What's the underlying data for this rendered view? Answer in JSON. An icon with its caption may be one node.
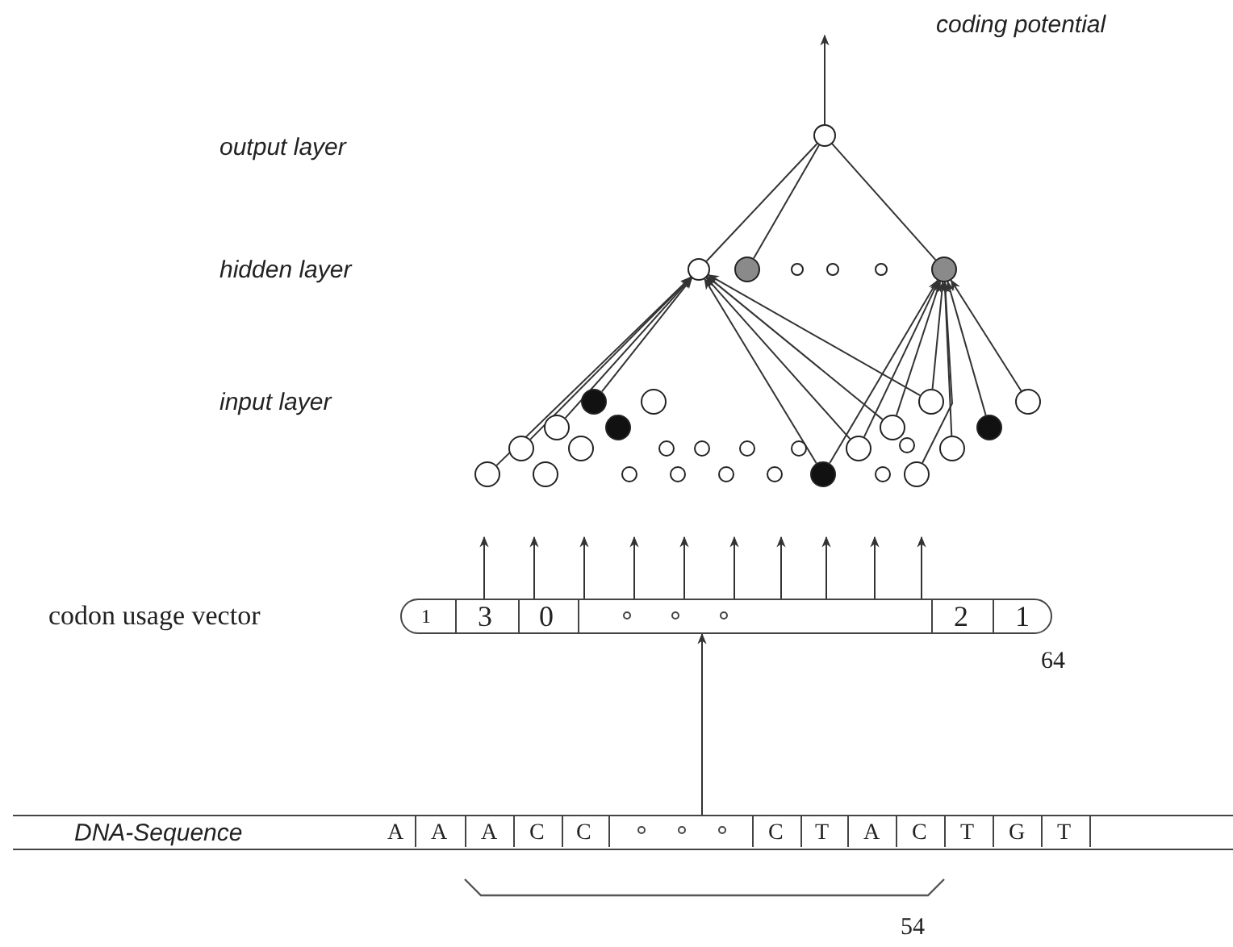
{
  "diagram": {
    "nodes": [
      {
        "text": [],
        "shape": "circle"
      },
      {
        "text": [],
        "shape": "circle"
      },
      {
        "text": [],
        "shape": "circle"
      },
      {
        "text": [],
        "shape": "circle"
      },
      {
        "text": [],
        "shape": "circle"
      },
      {
        "text": [],
        "shape": "circle"
      },
      {
        "text": [],
        "shape": "circle"
      },
      {
        "text": [],
        "shape": "circle"
      },
      {
        "text": [],
        "shape": "circle"
      },
      {
        "text": [],
        "shape": "circle"
      },
      {
        "text": [],
        "shape": "circle"
      },
      {
        "text": [],
        "shape": "circle"
      },
      {
        "text": [],
        "shape": "circle"
      },
      {
        "text": [],
        "shape": "circle"
      },
      {
        "text": [],
        "shape": "circle"
      },
      {
        "text": [],
        "shape": "circle"
      },
      {
        "text": [],
        "shape": "circle"
      },
      {
        "text": [],
        "shape": "circle"
      },
      {
        "text": [],
        "shape": "circle"
      },
      {
        "text": [],
        "shape": "circle"
      },
      {
        "text": [],
        "shape": "circle"
      },
      {
        "text": [],
        "shape": "circle"
      },
      {
        "text": [],
        "shape": "circle"
      },
      {
        "text": [],
        "shape": "circle"
      },
      {
        "text": [],
        "shape": "circle"
      },
      {
        "text": [],
        "shape": "circle"
      },
      {
        "text": [],
        "shape": "circle"
      },
      {
        "text": [],
        "shape": "circle"
      },
      {
        "text": [],
        "shape": "circle"
      },
      {
        "text": [],
        "shape": "circle"
      },
      {
        "text": [],
        "shape": "circle"
      },
      {
        "text": [],
        "shape": "circle"
      },
      {
        "text": [],
        "shape": "circle"
      },
      {
        "text": [
          "1",
          "3",
          "0",
          "2",
          "1"
        ],
        "beside": [
          "64"
        ]
      },
      {
        "text": [
          "DNA-Sequence",
          "A",
          "A",
          "A",
          "C",
          "C",
          "C",
          "T",
          "A",
          "C",
          "T",
          "G",
          "T"
        ],
        "beside": [
          "54"
        ]
      }
    ],
    "edges": [
      {
        "from": 0,
        "to": null,
        "arrow": "to"
      },
      {
        "from": 0,
        "to": 1,
        "arrow": "none"
      },
      {
        "from": 0,
        "to": 2,
        "arrow": "none"
      },
      {
        "from": 0,
        "to": 6,
        "arrow": "none"
      },
      {
        "from": 24,
        "to": 1,
        "arrow": "to"
      },
      {
        "from": 15,
        "to": 1,
        "arrow": "to"
      },
      {
        "from": 11,
        "to": 1,
        "arrow": "to"
      },
      {
        "from": 7,
        "to": 1,
        "arrow": "to"
      },
      {
        "from": 30,
        "to": 1,
        "arrow": "to"
      },
      {
        "from": 21,
        "to": 1,
        "arrow": "to"
      },
      {
        "from": 13,
        "to": 1,
        "arrow": "to"
      },
      {
        "from": 9,
        "to": 1,
        "arrow": "to"
      },
      {
        "from": 30,
        "to": 6,
        "arrow": "to"
      },
      {
        "from": 21,
        "to": 6,
        "arrow": "to"
      },
      {
        "from": 13,
        "to": 6,
        "arrow": "to"
      },
      {
        "from": 9,
        "to": 6,
        "arrow": "to"
      },
      {
        "from": 32,
        "to": 6,
        "arrow": "to"
      },
      {
        "from": 23,
        "to": 6,
        "arrow": "to"
      },
      {
        "from": 14,
        "to": 6,
        "arrow": "to"
      },
      {
        "from": 10,
        "to": 6,
        "arrow": "to"
      },
      {
        "from": 33,
        "to": null,
        "arrow": "to"
      },
      {
        "from": 33,
        "to": null,
        "arrow": "to"
      },
      {
        "from": 33,
        "to": null,
        "arrow": "to"
      },
      {
        "from": 33,
        "to": null,
        "arrow": "to"
      },
      {
        "from": 33,
        "to": null,
        "arrow": "to"
      },
      {
        "from": 33,
        "to": null,
        "arrow": "to"
      },
      {
        "from": 33,
        "to": null,
        "arrow": "to"
      },
      {
        "from": 33,
        "to": null,
        "arrow": "to"
      },
      {
        "from": 33,
        "to": null,
        "arrow": "to"
      },
      {
        "from": 33,
        "to": null,
        "arrow": "to"
      },
      {
        "from": 34,
        "to": 33,
        "arrow": "to"
      }
    ],
    "labels": [
      "coding potential",
      "output layer",
      "hidden layer",
      "input layer",
      "codon usage vector"
    ]
  }
}
